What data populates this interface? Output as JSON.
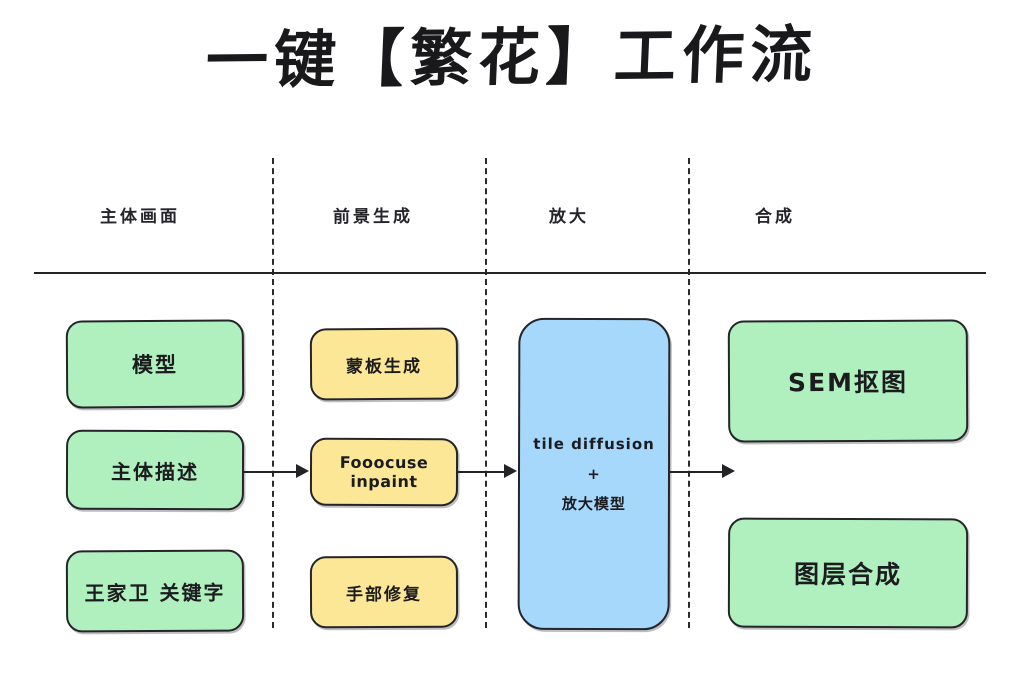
{
  "title": "一键【繁花】工作流",
  "colors": {
    "green": "#b0f0be",
    "yellow": "#fbe795",
    "blue": "#a6d8fb",
    "stroke": "#24242a",
    "background": "#ffffff"
  },
  "lanes": [
    {
      "id": "subject",
      "label": "主体画面"
    },
    {
      "id": "foreground",
      "label": "前景生成"
    },
    {
      "id": "upscale",
      "label": "放大"
    },
    {
      "id": "composite",
      "label": "合成"
    }
  ],
  "nodes": [
    {
      "id": "model",
      "label": "模型",
      "lane": "subject",
      "color": "green"
    },
    {
      "id": "subject-desc",
      "label": "主体描述",
      "lane": "subject",
      "color": "green"
    },
    {
      "id": "wkw-keywords",
      "label": "王家卫 关键字",
      "lane": "subject",
      "color": "green"
    },
    {
      "id": "mask-generation",
      "label": "蒙板生成",
      "lane": "foreground",
      "color": "yellow"
    },
    {
      "id": "fooocus-inpaint",
      "label": "Fooocuse inpaint",
      "lane": "foreground",
      "color": "yellow"
    },
    {
      "id": "hand-repair",
      "label": "手部修复",
      "lane": "foreground",
      "color": "yellow"
    },
    {
      "id": "tile-upscale",
      "label": "tile diffusion",
      "lane": "upscale",
      "color": "blue",
      "line2": "+",
      "line3": "放大模型"
    },
    {
      "id": "sem-matting",
      "label": "SEM抠图",
      "lane": "composite",
      "color": "green"
    },
    {
      "id": "layer-composite",
      "label": "图层合成",
      "lane": "composite",
      "color": "green"
    }
  ],
  "connectors": [
    {
      "id": "subject-to-inpaint",
      "from": "subject-desc",
      "to": "fooocus-inpaint"
    },
    {
      "id": "inpaint-to-upscale",
      "from": "fooocus-inpaint",
      "to": "tile-upscale"
    },
    {
      "id": "upscale-to-composite",
      "from": "tile-upscale",
      "to": "composite-lane"
    }
  ]
}
